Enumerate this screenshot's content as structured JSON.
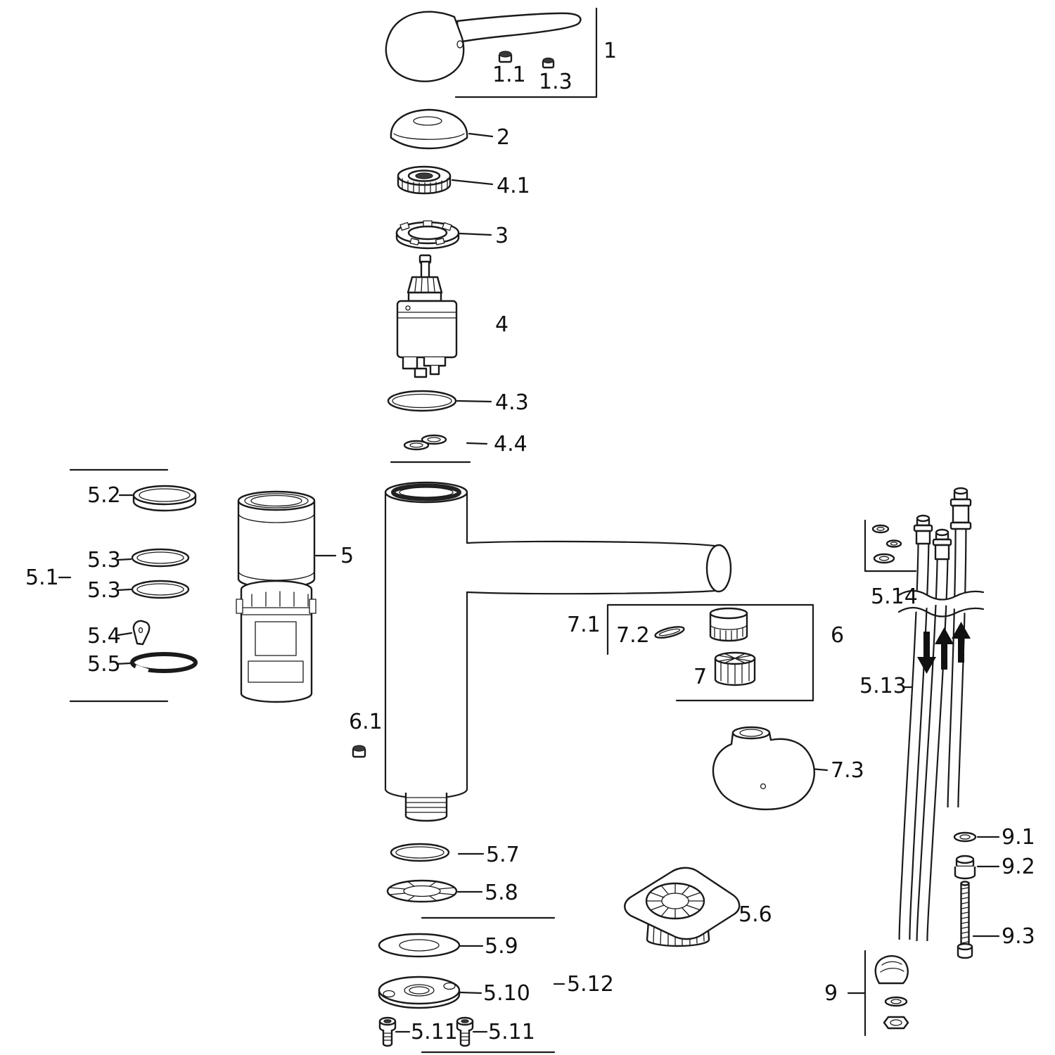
{
  "colors": {
    "ink": "#1a1a1a",
    "background": "#ffffff",
    "dark_detail": "#3a3a3a"
  },
  "diagram": {
    "labels": {
      "part_1": "1",
      "part_1_1": "1.1",
      "part_1_3": "1.3",
      "part_2": "2",
      "part_3": "3",
      "part_4": "4",
      "part_4_1": "4.1",
      "part_4_3": "4.3",
      "part_4_4": "4.4",
      "part_5": "5",
      "part_5_1": "5.1",
      "part_5_2": "5.2",
      "part_5_3_upper": "5.3",
      "part_5_3_lower": "5.3",
      "part_5_4": "5.4",
      "part_5_5": "5.5",
      "part_5_6": "5.6",
      "part_5_7": "5.7",
      "part_5_8": "5.8",
      "part_5_9": "5.9",
      "part_5_10": "5.10",
      "part_5_11_left": "5.11",
      "part_5_11_right": "5.11",
      "part_5_12": "5.12",
      "part_5_13": "5.13",
      "part_5_14": "5.14",
      "part_6": "6",
      "part_6_1": "6.1",
      "part_7": "7",
      "part_7_1": "7.1",
      "part_7_2": "7.2",
      "part_7_3": "7.3",
      "part_9": "9",
      "part_9_1": "9.1",
      "part_9_2": "9.2",
      "part_9_3": "9.3"
    }
  }
}
